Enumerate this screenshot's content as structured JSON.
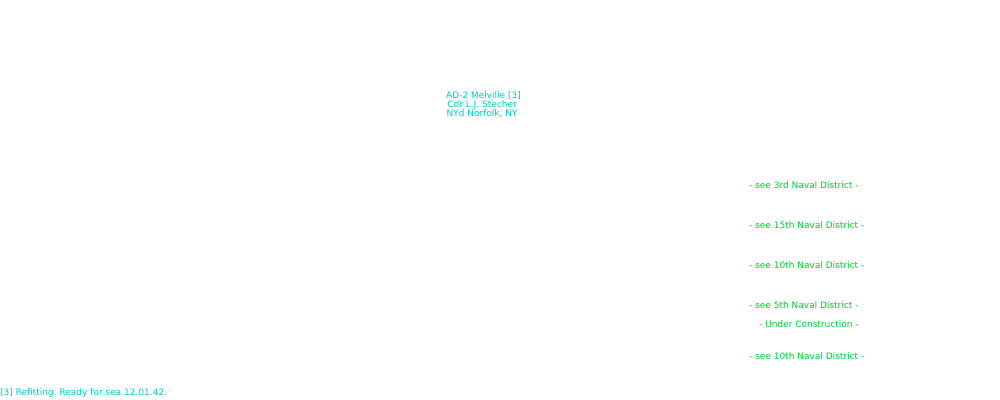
{
  "ship": {
    "name": "AD-2  Melville [3]",
    "commander": "Cdr L.J. Stecher",
    "location": "NYd Norfolk, NY"
  },
  "references": [
    "- see 3rd Naval District -",
    "- see 15th Naval District -",
    "- see 10th Naval District -",
    "- see 5th Naval District -",
    "- Under Construction -",
    "- see 10th Naval District -"
  ],
  "footnote": "[3] Refitting. Ready for sea 12.01.42.",
  "colors": {
    "ship_text": "#00cccc",
    "reference_text": "#00cc33",
    "background": "#ffffff"
  }
}
